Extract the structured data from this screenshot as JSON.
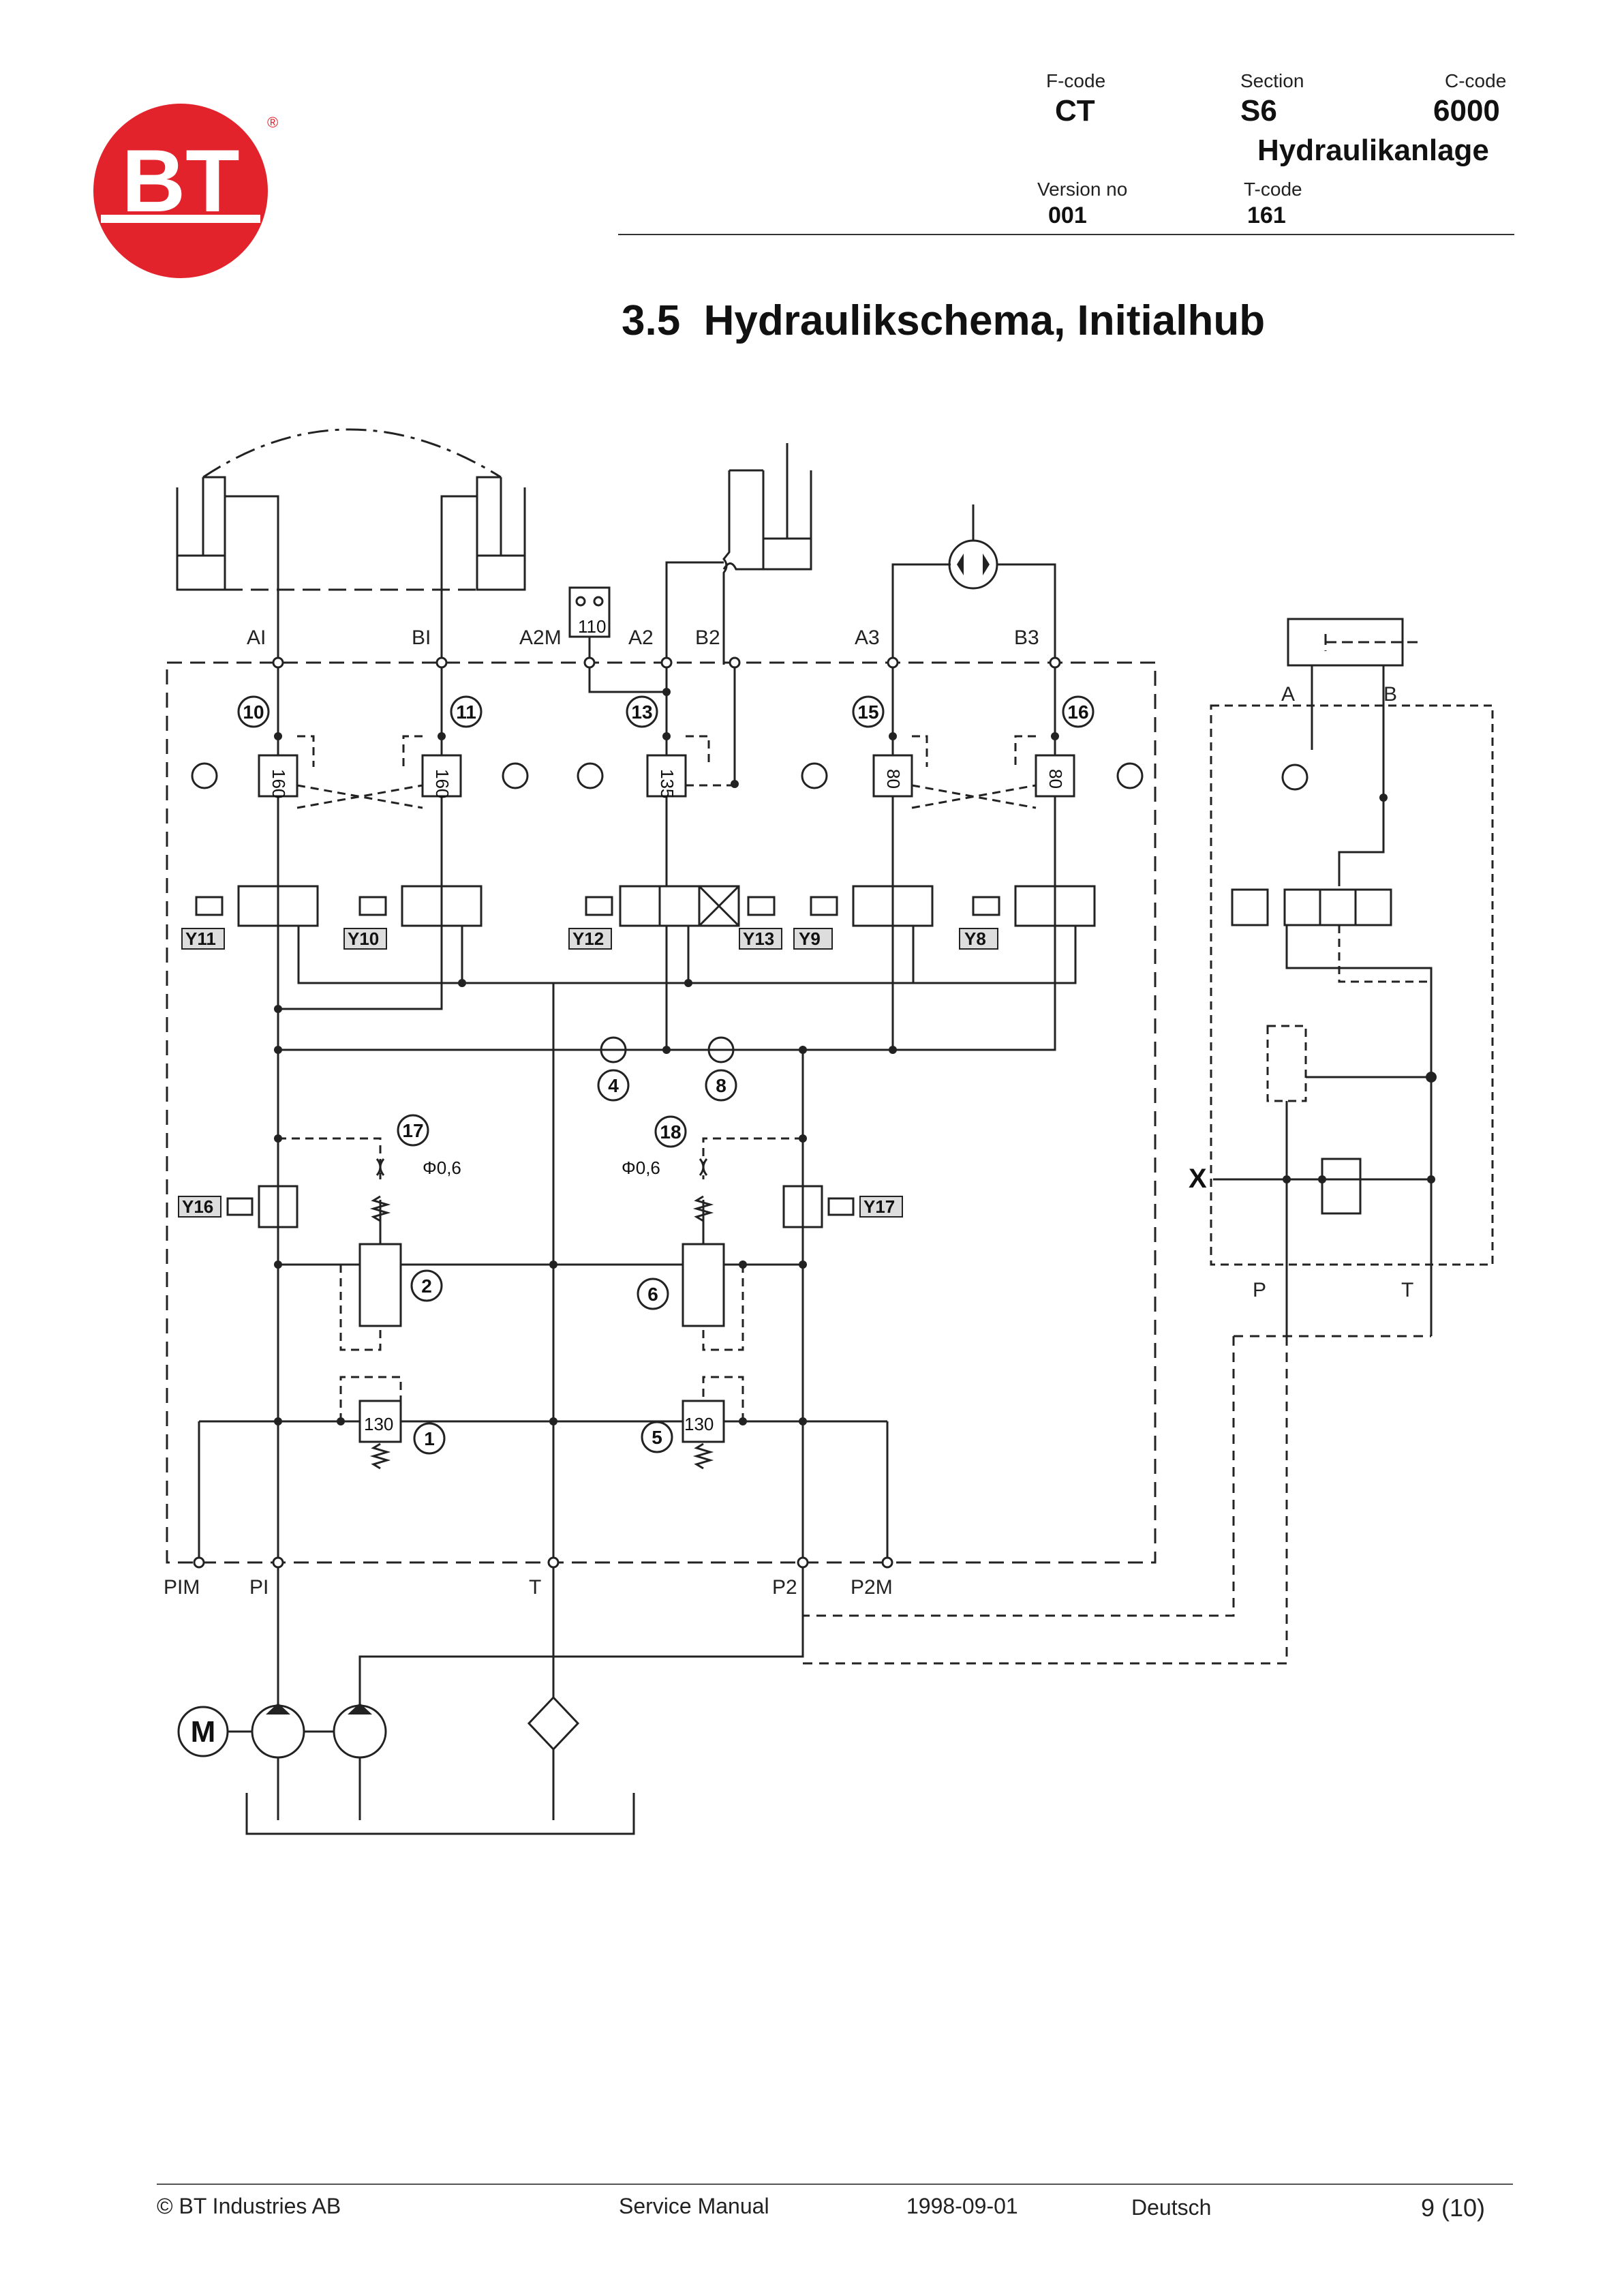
{
  "logo": {
    "text": "BT",
    "registered": "®",
    "color": "#e3232b"
  },
  "header": {
    "fcode_label": "F-code",
    "fcode_value": "CT",
    "section_label": "Section",
    "section_value": "S6",
    "ccode_label": "C-code",
    "ccode_value": "6000",
    "section_name": "Hydraulikanlage",
    "version_label": "Version no",
    "version_value": "001",
    "tcode_label": "T-code",
    "tcode_value": "161"
  },
  "title": "3.5  Hydraulikschema, Initialhub",
  "diagram": {
    "ports": {
      "AI": "AI",
      "BI": "BI",
      "A2M": "A2M",
      "A2": "A2",
      "B2": "B2",
      "A3": "A3",
      "B3": "B3",
      "A": "A",
      "B": "B",
      "PIM": "PIM",
      "PI": "PI",
      "T": "T",
      "P2": "P2",
      "P2M": "P2M",
      "P": "P",
      "T2": "T",
      "X": "X"
    },
    "valve_numbers": [
      "10",
      "11",
      "13",
      "15",
      "16",
      "4",
      "8",
      "17",
      "18",
      "2",
      "6",
      "1",
      "5"
    ],
    "settings": {
      "v10": "160",
      "v11": "160",
      "v13": "135",
      "v15": "80",
      "v16": "80",
      "sw": "110",
      "v1": "130",
      "v5": "130",
      "orifice17": "Φ0,6",
      "orifice18": "Φ0,6"
    },
    "solenoids": [
      "Y11",
      "Y10",
      "Y12",
      "Y13",
      "Y9",
      "Y8",
      "Y16",
      "Y17"
    ],
    "motor": "M"
  },
  "footer": {
    "copyright": "© BT Industries AB",
    "doc_type": "Service Manual",
    "date": "1998-09-01",
    "language": "Deutsch",
    "page": "9 (10)"
  }
}
